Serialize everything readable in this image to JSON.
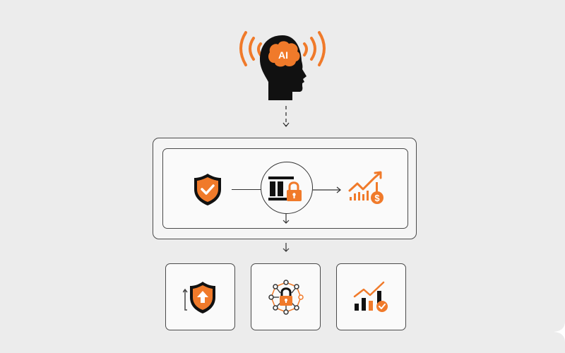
{
  "colors": {
    "background": "#ececec",
    "accent": "#f07a2a",
    "ink": "#111111",
    "border": "#4a4a4a"
  },
  "top": {
    "icon": "ai-head-icon",
    "brain_label": "AI"
  },
  "flow": {
    "connector_top": "dashed-down-arrow",
    "inner_row": [
      {
        "icon": "shield-check-icon"
      },
      {
        "icon": "vault-lock-icon"
      },
      {
        "icon": "growth-dollar-icon"
      }
    ],
    "connector_bottom": "down-arrow"
  },
  "cards": [
    {
      "icon": "shield-upload-icon"
    },
    {
      "icon": "network-lock-icon"
    },
    {
      "icon": "chart-check-icon"
    }
  ]
}
